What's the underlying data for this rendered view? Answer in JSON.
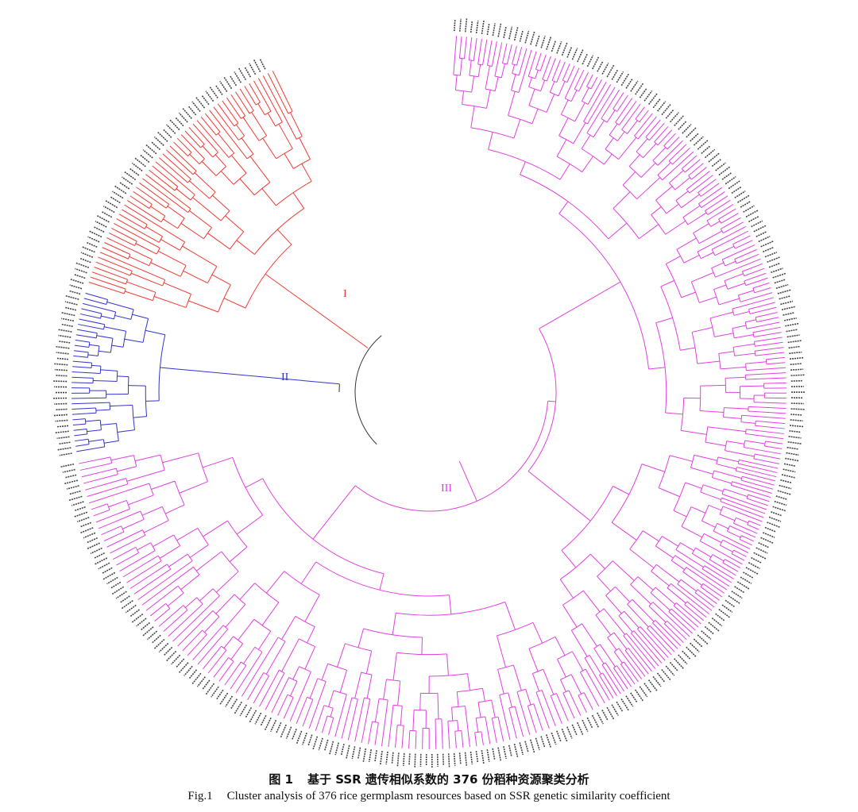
{
  "figure": {
    "caption_zh_number": "图 1",
    "caption_zh_text": "基于 SSR 遗传相似系数的 376 份稻种资源聚类分析",
    "caption_en_number": "Fig.1",
    "caption_en_text": "Cluster analysis of 376 rice germplasm resources based on SSR genetic similarity coefficient"
  },
  "dendrogram": {
    "type": "circular-dendrogram",
    "leaf_count": 376,
    "clusters": [
      {
        "label": "I",
        "color": "#ee3b33"
      },
      {
        "label": "II",
        "color": "#3333cc"
      },
      {
        "label": "III",
        "color": "#e040e0"
      }
    ],
    "root_color": "#333333",
    "leaf_label_color": "#444444"
  }
}
